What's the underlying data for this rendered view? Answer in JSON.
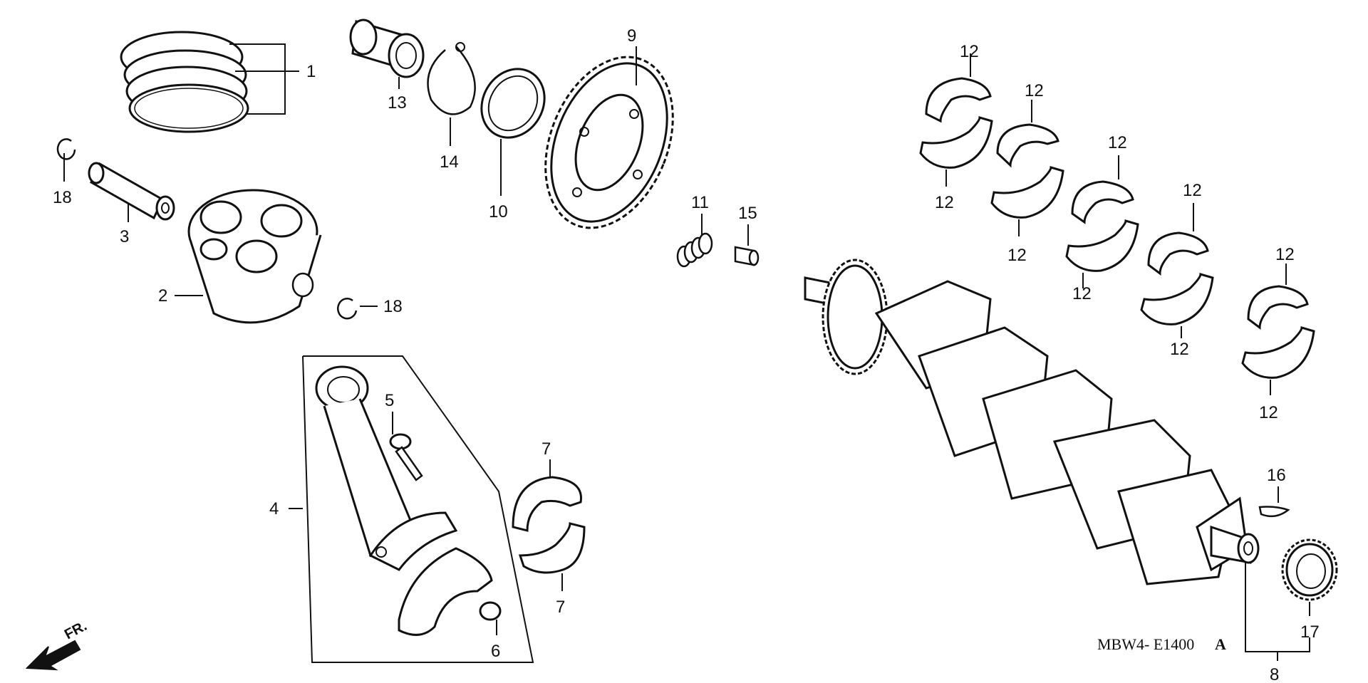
{
  "diagram": {
    "drawing_code": "MBW4- E1400",
    "drawing_code_suffix": "A",
    "front_indicator": "FR.",
    "callouts": {
      "c1": "1",
      "c2": "2",
      "c3": "3",
      "c4": "4",
      "c5": "5",
      "c6": "6",
      "c7a": "7",
      "c7b": "7",
      "c8": "8",
      "c9": "9",
      "c10": "10",
      "c11": "11",
      "c12a": "12",
      "c12b": "12",
      "c12c": "12",
      "c12d": "12",
      "c12e": "12",
      "c12f": "12",
      "c12g": "12",
      "c12h": "12",
      "c12i": "12",
      "c12j": "12",
      "c13": "13",
      "c14": "14",
      "c15": "15",
      "c16": "16",
      "c17": "17",
      "c18a": "18",
      "c18b": "18"
    },
    "parts": [
      {
        "id": "piston-rings",
        "callout": "1"
      },
      {
        "id": "piston",
        "callout": "2"
      },
      {
        "id": "piston-pin",
        "callout": "3"
      },
      {
        "id": "connecting-rod-assembly",
        "callout": "4"
      },
      {
        "id": "rod-bolt",
        "callout": "5"
      },
      {
        "id": "rod-nut",
        "callout": "6"
      },
      {
        "id": "rod-bearing",
        "callout": "7"
      },
      {
        "id": "crankshaft-assembly",
        "callout": "8"
      },
      {
        "id": "sprocket-gear",
        "callout": "9"
      },
      {
        "id": "washer",
        "callout": "10"
      },
      {
        "id": "spring",
        "callout": "11"
      },
      {
        "id": "main-bearing",
        "callout": "12"
      },
      {
        "id": "needle-bearing",
        "callout": "13"
      },
      {
        "id": "circlip",
        "callout": "14"
      },
      {
        "id": "dowel-pin",
        "callout": "15"
      },
      {
        "id": "woodruff-key",
        "callout": "16"
      },
      {
        "id": "end-bearing",
        "callout": "17"
      },
      {
        "id": "pin-clip",
        "callout": "18"
      }
    ]
  }
}
